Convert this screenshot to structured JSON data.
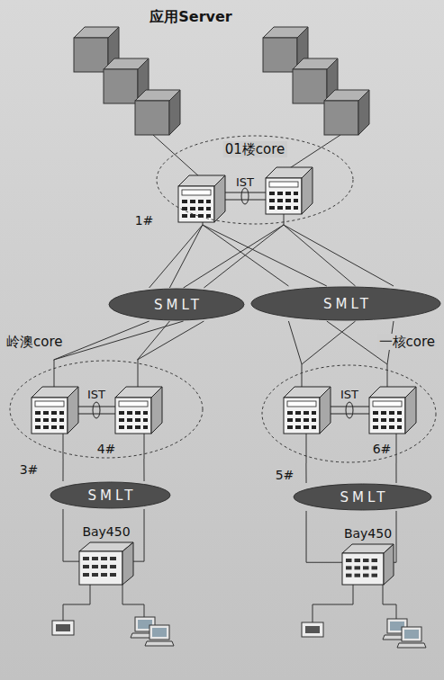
{
  "diagram": {
    "nodes": [
      {
        "text": [
          "01楼core"
        ]
      },
      {
        "text": [
          "SMLT"
        ]
      },
      {
        "text": [
          "SMLT"
        ]
      },
      {
        "text": [
          "岭澳core"
        ]
      },
      {
        "text": [
          "一核core"
        ]
      },
      {
        "text": [
          "SMLT"
        ]
      },
      {
        "text": [
          "SMLT"
        ]
      },
      {
        "text": [
          "Bay450"
        ]
      },
      {
        "text": [
          "Bay450"
        ]
      }
    ],
    "edges": [
      {
        "from": 0,
        "to": 1,
        "arrow": "none"
      },
      {
        "from": 1,
        "to": 3,
        "arrow": "none"
      },
      {
        "from": 0,
        "to": 2,
        "arrow": "none"
      },
      {
        "from": 2,
        "to": 4,
        "arrow": "none"
      },
      {
        "from": 3,
        "to": 5,
        "arrow": "none"
      },
      {
        "from": 5,
        "to": 7,
        "arrow": "none"
      },
      {
        "from": 4,
        "to": 6,
        "arrow": "none"
      },
      {
        "from": 6,
        "to": 8,
        "arrow": "none"
      }
    ],
    "labels": [
      "应用Server",
      "IST",
      "1#",
      "IST",
      "IST",
      "3#",
      "4#",
      "5#",
      "6#"
    ]
  }
}
